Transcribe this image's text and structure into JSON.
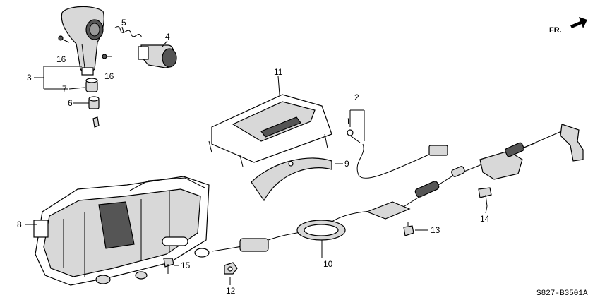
{
  "direction_marker": {
    "label": "FR.",
    "icon": "forward-arrow-icon"
  },
  "diagram_code": "S827-B3501A",
  "callouts": [
    {
      "id": "c1",
      "label": "1"
    },
    {
      "id": "c2",
      "label": "2"
    },
    {
      "id": "c3",
      "label": "3"
    },
    {
      "id": "c4",
      "label": "4"
    },
    {
      "id": "c5",
      "label": "5"
    },
    {
      "id": "c6",
      "label": "6"
    },
    {
      "id": "c7",
      "label": "7"
    },
    {
      "id": "c8",
      "label": "8"
    },
    {
      "id": "c9",
      "label": "9"
    },
    {
      "id": "c10",
      "label": "10"
    },
    {
      "id": "c11",
      "label": "11"
    },
    {
      "id": "c12",
      "label": "12"
    },
    {
      "id": "c13",
      "label": "13"
    },
    {
      "id": "c14",
      "label": "14"
    },
    {
      "id": "c15",
      "label": "15"
    },
    {
      "id": "c16a",
      "label": "16"
    },
    {
      "id": "c16b",
      "label": "16"
    }
  ]
}
